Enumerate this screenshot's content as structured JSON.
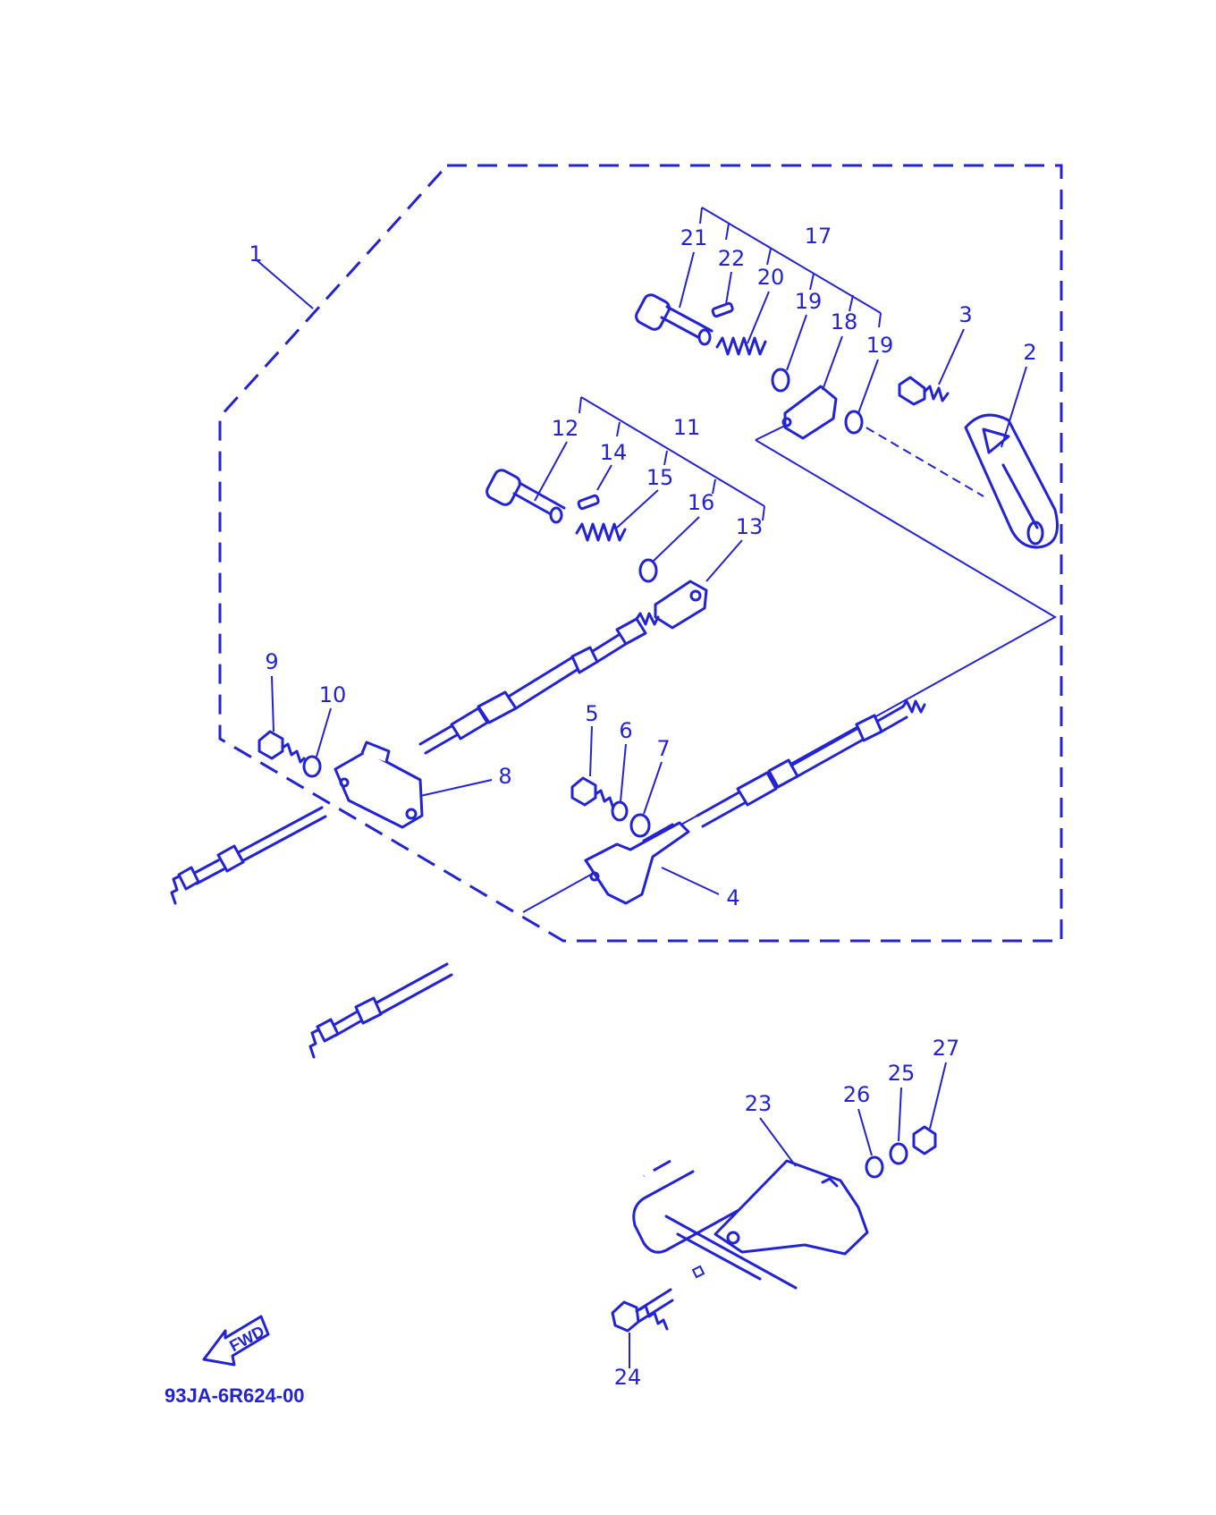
{
  "diagram": {
    "part_code": "93JA-6R624-00",
    "fwd_label": "FWD",
    "callouts": [
      "1",
      "2",
      "3",
      "4",
      "5",
      "6",
      "7",
      "8",
      "9",
      "10",
      "11",
      "12",
      "13",
      "14",
      "15",
      "16",
      "17",
      "18",
      "19",
      "19",
      "20",
      "21",
      "22",
      "23",
      "24",
      "25",
      "26",
      "27"
    ],
    "ink_color": "#2323d6"
  }
}
